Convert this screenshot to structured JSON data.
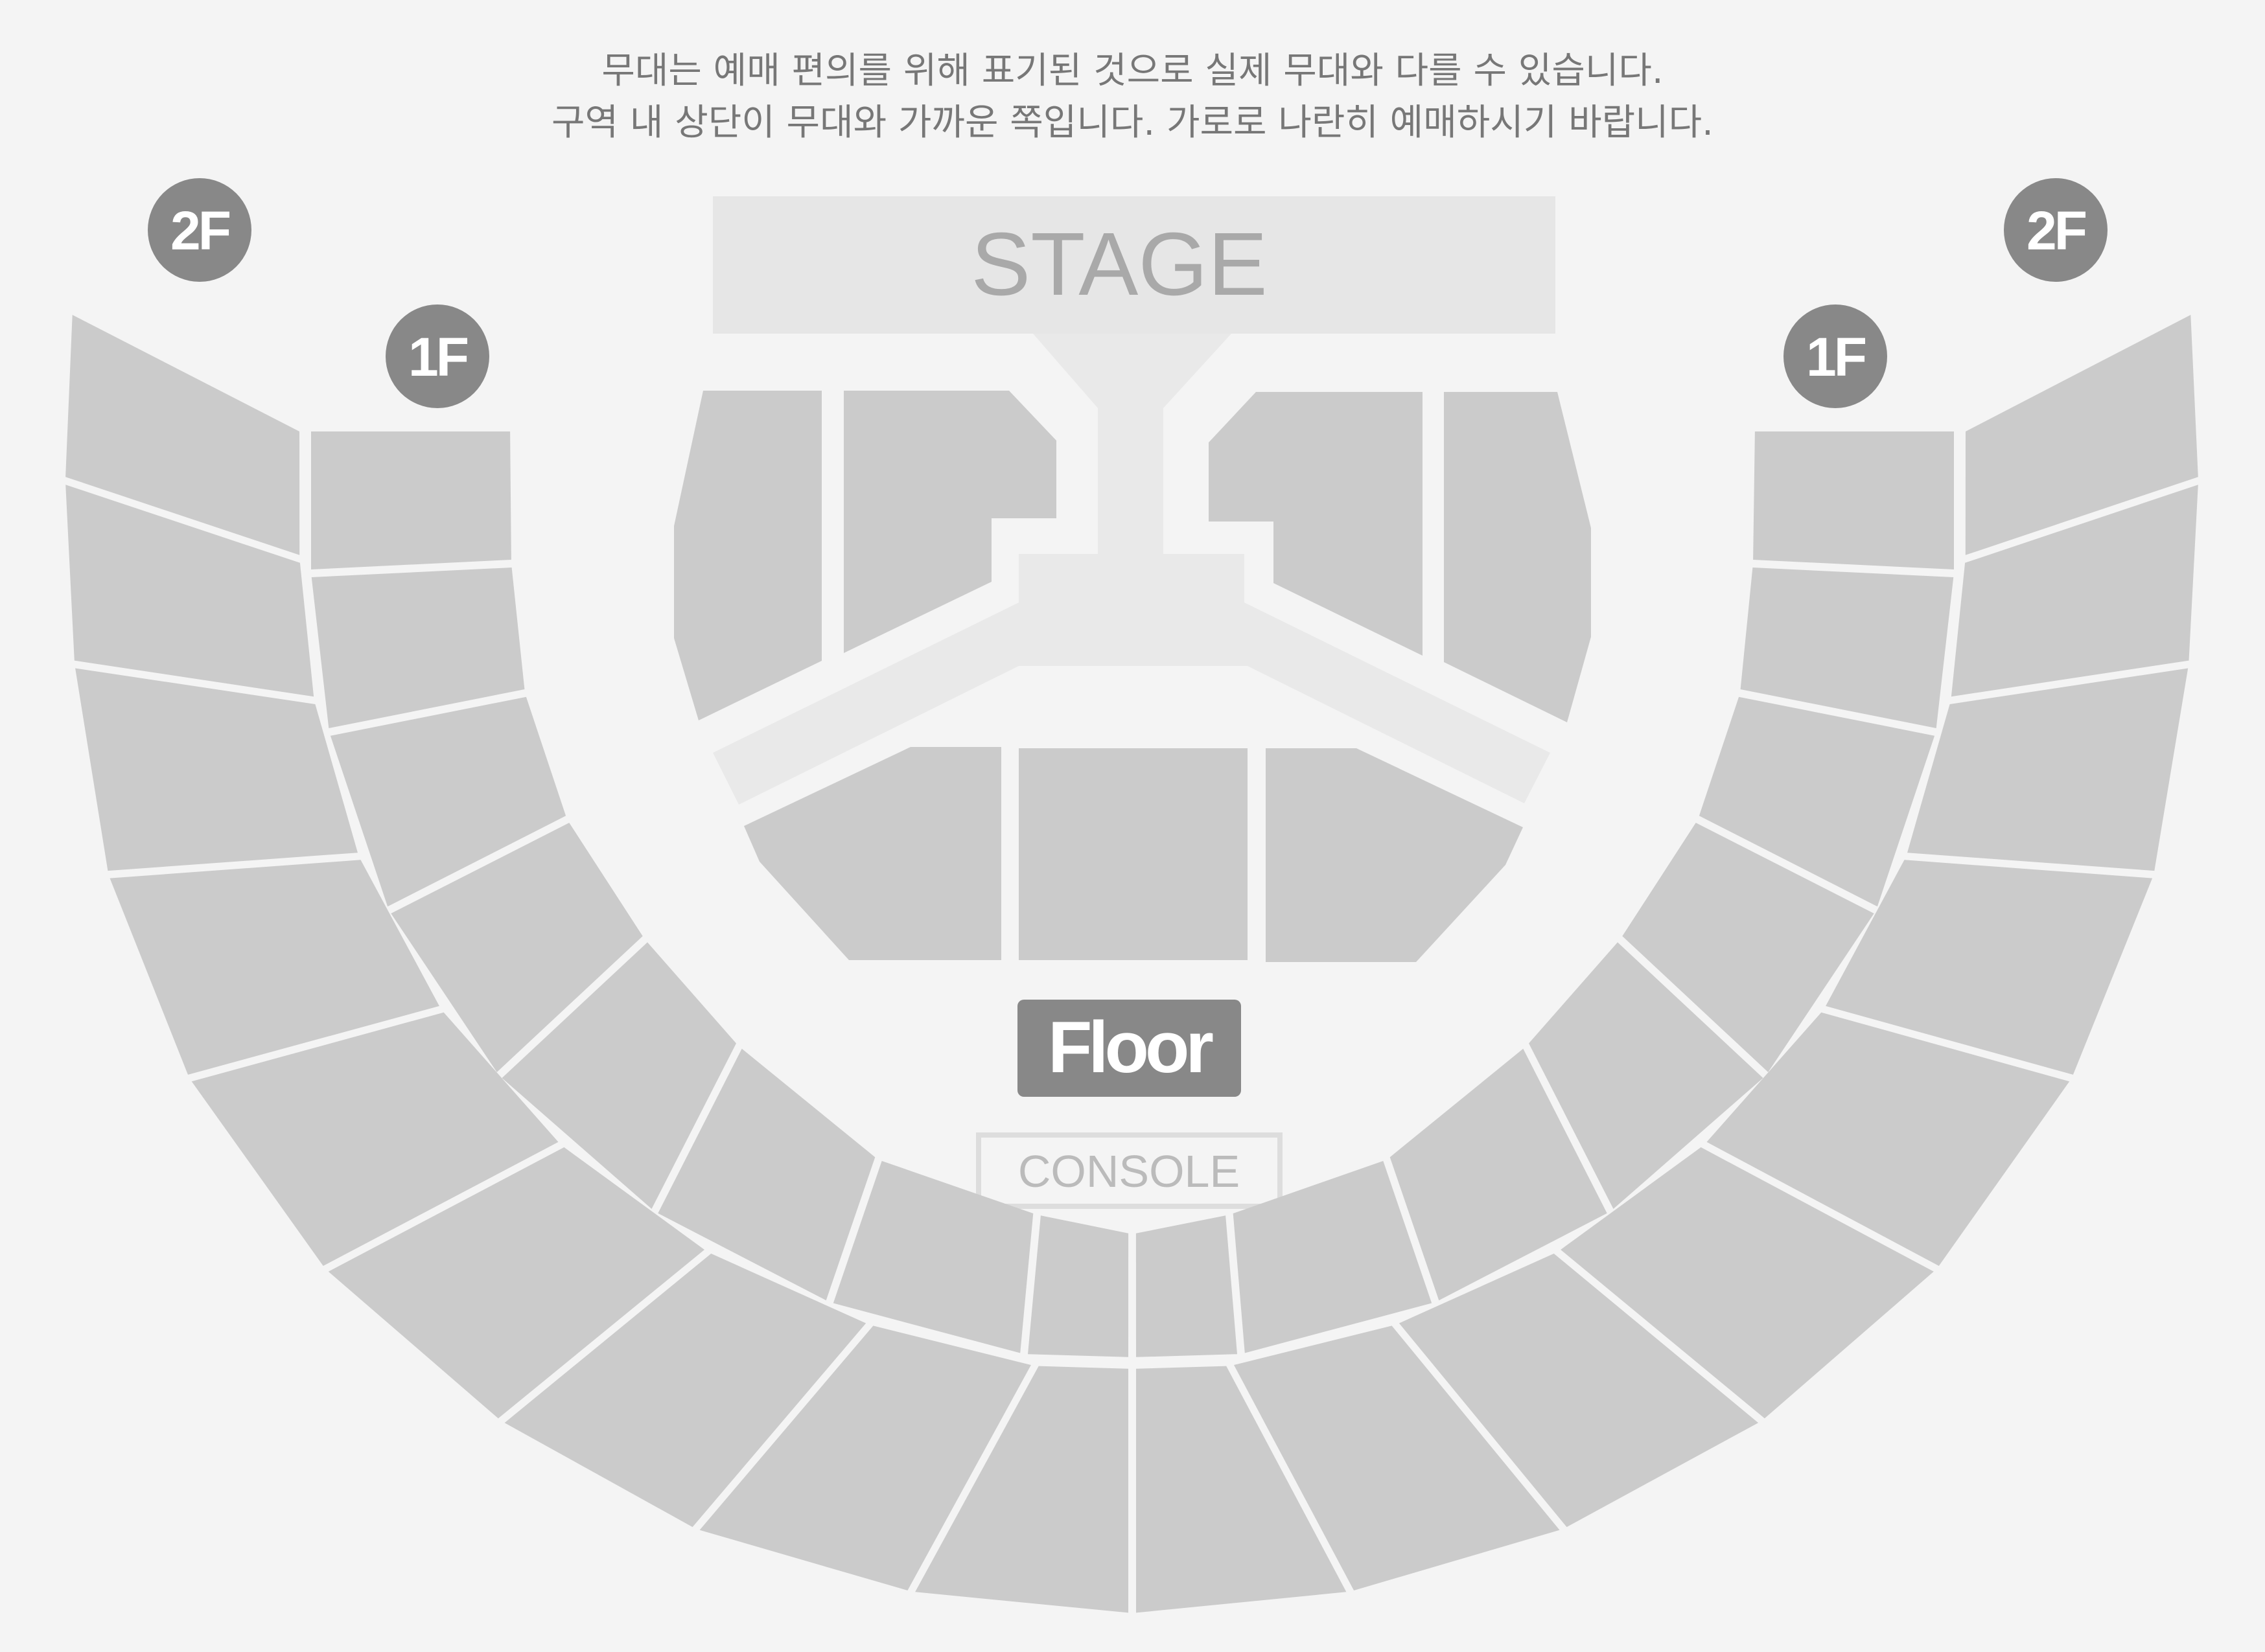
{
  "notice": {
    "line1": "무대는 예매 편의를 위해 표기된 것으로 실제 무대와 다를 수 있습니다.",
    "line2": "구역 내 상단이 무대와  가까운 쪽입니다. 가로로 나란히 예매하시기 바랍니다."
  },
  "stage": {
    "label": "STAGE"
  },
  "floor": {
    "label": "Floor"
  },
  "console": {
    "label": "CONSOLE"
  },
  "floor_badges": {
    "second": "2F",
    "first": "1F"
  },
  "colors": {
    "background": "#f4f4f4",
    "section_fill": "#cbcbcb",
    "stage_fill": "#e6e6e6",
    "stage_text": "#a9a9a9",
    "badge_fill": "#888888",
    "badge_text": "#ffffff",
    "notice_text": "#777777",
    "console_border": "#dddddd",
    "console_text": "#bbbbbb"
  }
}
